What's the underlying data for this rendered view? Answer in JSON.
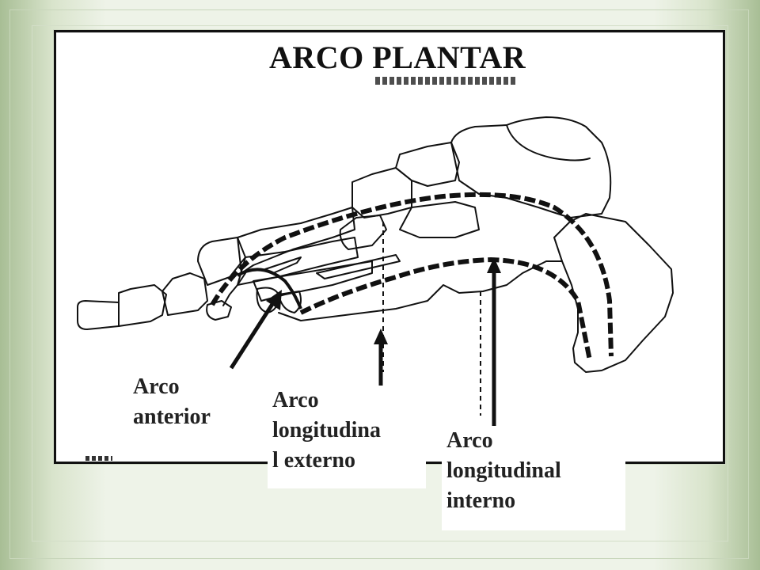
{
  "title": "ARCO PLANTAR",
  "labels": {
    "anterior": "Arco\nanterior",
    "longitudinal_externo": "Arco\nlongitudina\nl externo",
    "longitudinal_interno": "Arco\nlongitudinal\ninterno"
  },
  "colors": {
    "background": "#eef3e8",
    "border_green": "#a8be95",
    "ink": "#111111"
  },
  "icons": [
    "foot-skeleton-illustration",
    "arrow-up-icon"
  ]
}
